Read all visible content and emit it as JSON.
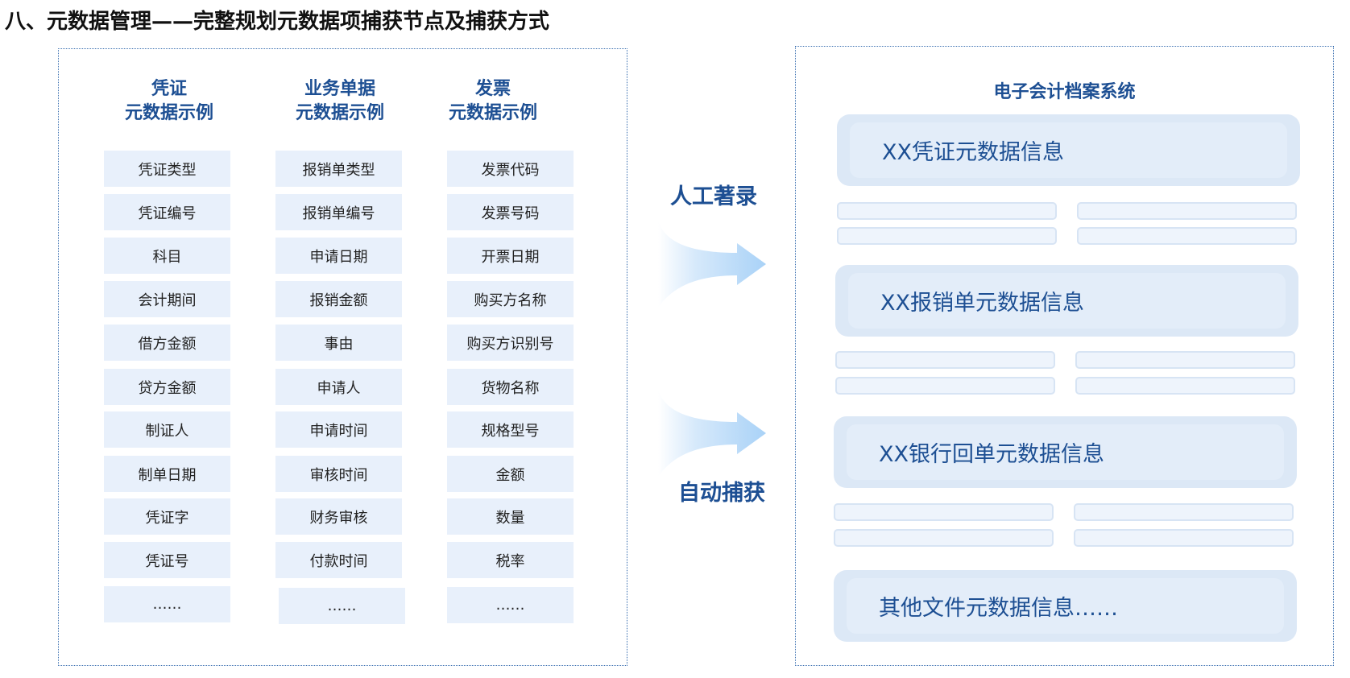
{
  "title": "八、元数据管理——完整规划元数据项捕获节点及捕获方式",
  "columns": [
    {
      "title_line1": "凭证",
      "title_line2": "元数据示例",
      "items": [
        "凭证类型",
        "凭证编号",
        "科目",
        "会计期间",
        "借方金额",
        "贷方金额",
        "制证人",
        "制单日期",
        "凭证字",
        "凭证号",
        "……"
      ]
    },
    {
      "title_line1": "业务单据",
      "title_line2": "元数据示例",
      "items": [
        "报销单类型",
        "报销单编号",
        "申请日期",
        "报销金额",
        "事由",
        "申请人",
        "申请时间",
        "审核时间",
        "财务审核",
        "付款时间",
        "……"
      ]
    },
    {
      "title_line1": "发票",
      "title_line2": "元数据示例",
      "items": [
        "发票代码",
        "发票号码",
        "开票日期",
        "购买方名称",
        "购买方识别号",
        "货物名称",
        "规格型号",
        "金额",
        "数量",
        "税率",
        "……"
      ]
    }
  ],
  "arrows": {
    "manual_label": "人工著录",
    "auto_label": "自动捕获"
  },
  "system": {
    "title": "电子会计档案系统",
    "cards": [
      "XX凭证元数据信息",
      "XX报销单元数据信息",
      "XX银行回单元数据信息",
      "其他文件元数据信息……"
    ]
  },
  "colors": {
    "accent": "#1d4f93",
    "cell_bg": "#e8f0fb",
    "card_bg": "#dce8f6",
    "border": "#3a6fb0"
  }
}
